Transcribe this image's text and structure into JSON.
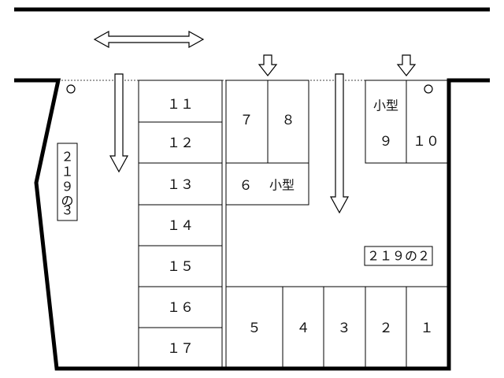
{
  "lot": {
    "lot_219_3_chars": [
      "２",
      "１",
      "９",
      "の",
      "３"
    ],
    "lot_219_2": "２１９の２"
  },
  "spaces": {
    "s1": "１",
    "s2": "２",
    "s3": "３",
    "s4": "４",
    "s5": "５",
    "s6": "６",
    "s6_note": "小型",
    "s7": "７",
    "s8": "８",
    "s9": "９",
    "s9_note": "小型",
    "s10": "１０",
    "s11": "１１",
    "s12": "１２",
    "s13": "１３",
    "s14": "１４",
    "s15": "１５",
    "s16": "１６",
    "s17": "１７"
  },
  "icons": {
    "traffic": "double-headed-arrow-icon",
    "entry": "down-arrow-icon",
    "post": "circle-marker-icon"
  },
  "colors": {
    "line": "#000000",
    "background": "#ffffff"
  }
}
